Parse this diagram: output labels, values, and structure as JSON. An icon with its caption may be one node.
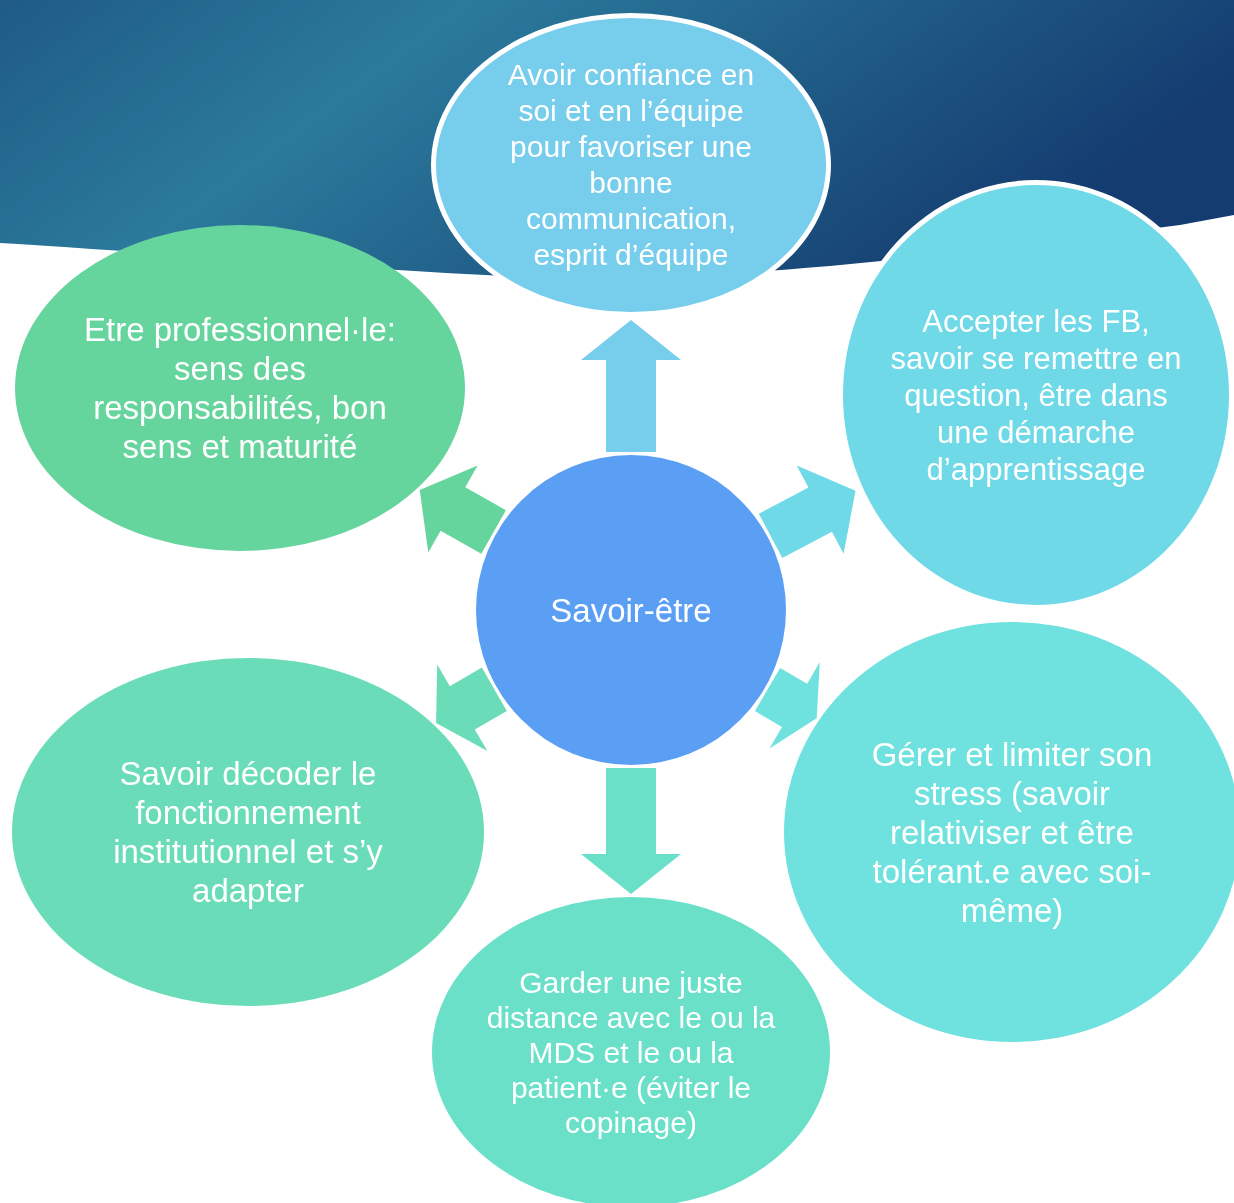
{
  "diagram": {
    "nodes": [
      {
        "text": [
          "Avoir confiance en soi et en l’équipe pour favoriser une bonne communication, esprit d’équipe"
        ]
      },
      {
        "text": [
          "Etre professionnel·le: sens des responsabilités, bon sens et maturité"
        ]
      },
      {
        "text": [
          "Accepter les FB, savoir se remettre en question, être dans une démarche d’apprentissage"
        ]
      },
      {
        "text": [
          "Savoir-être"
        ]
      },
      {
        "text": [
          "Savoir décoder le fonctionnement institutionnel et s’y adapter"
        ]
      },
      {
        "text": [
          "Gérer et limiter son stress (savoir relativiser et être tolérant.e avec soi-même)"
        ]
      },
      {
        "text": [
          "Garder une juste distance avec le ou la MDS et le ou la patient·e (éviter le copinage)"
        ]
      }
    ],
    "edges": [
      {
        "from": 3,
        "to": 0,
        "arrow": "to",
        "color": "#77cdec"
      },
      {
        "from": 3,
        "to": 1,
        "arrow": "to",
        "color": "#66d49d"
      },
      {
        "from": 3,
        "to": 2,
        "arrow": "to",
        "color": "#70d9e8"
      },
      {
        "from": 3,
        "to": 4,
        "arrow": "to",
        "color": "#6adcb8"
      },
      {
        "from": 3,
        "to": 5,
        "arrow": "to",
        "color": "#6fe1de"
      },
      {
        "from": 3,
        "to": 6,
        "arrow": "to",
        "color": "#6ae0c9"
      }
    ]
  }
}
